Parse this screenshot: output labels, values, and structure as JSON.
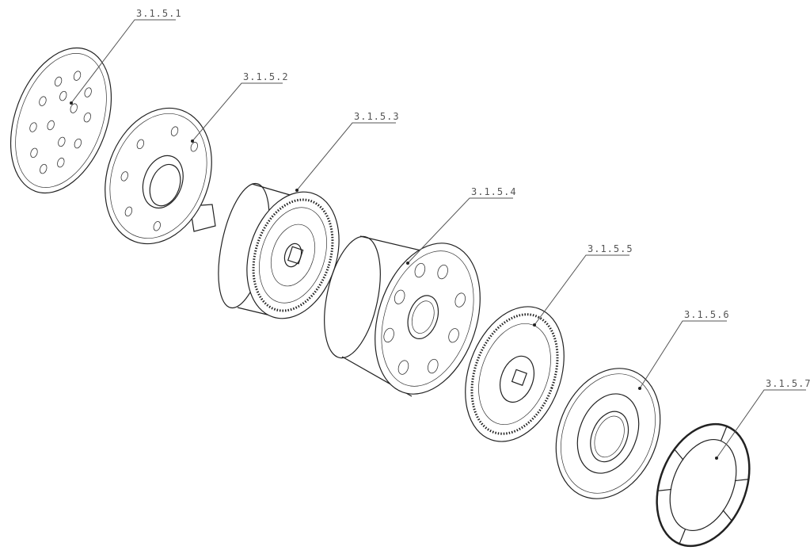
{
  "title": "Exploded view of assembly 3.1.5",
  "parts": [
    {
      "id": "p1",
      "label": "3.1.5.1"
    },
    {
      "id": "p2",
      "label": "3.1.5.2"
    },
    {
      "id": "p3",
      "label": "3.1.5.3"
    },
    {
      "id": "p4",
      "label": "3.1.5.4"
    },
    {
      "id": "p5",
      "label": "3.1.5.5"
    },
    {
      "id": "p6",
      "label": "3.1.5.6"
    },
    {
      "id": "p7",
      "label": "3.1.5.7"
    }
  ]
}
